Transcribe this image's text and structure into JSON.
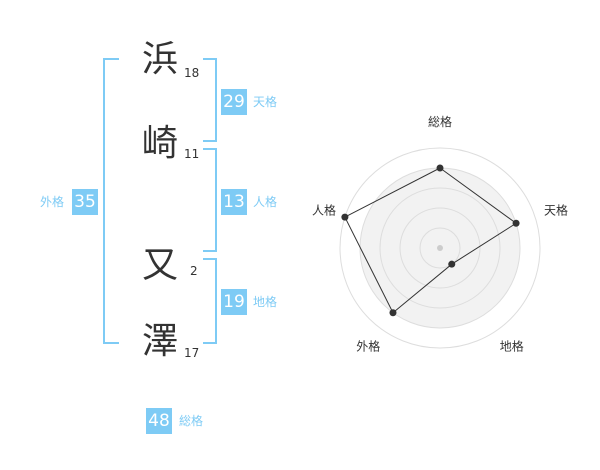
{
  "name_chars": [
    {
      "char": "浜",
      "strokes": "18"
    },
    {
      "char": "崎",
      "strokes": "11"
    },
    {
      "char": "又",
      "strokes": "2"
    },
    {
      "char": "澤",
      "strokes": "17"
    }
  ],
  "fortunes": {
    "tenkaku": {
      "label": "天格",
      "value": "29"
    },
    "jinkaku": {
      "label": "人格",
      "value": "13"
    },
    "chikaku": {
      "label": "地格",
      "value": "19"
    },
    "gaikaku": {
      "label": "外格",
      "value": "35"
    },
    "soukaku": {
      "label": "総格",
      "value": "48"
    }
  },
  "colors": {
    "accent": "#7ecbf5",
    "text": "#333333"
  },
  "chart_data": {
    "type": "radar",
    "axes": [
      "総格",
      "天格",
      "地格",
      "外格",
      "人格"
    ],
    "values": [
      4,
      4,
      1,
      4,
      5
    ],
    "rmax": 5,
    "rings": 5
  }
}
